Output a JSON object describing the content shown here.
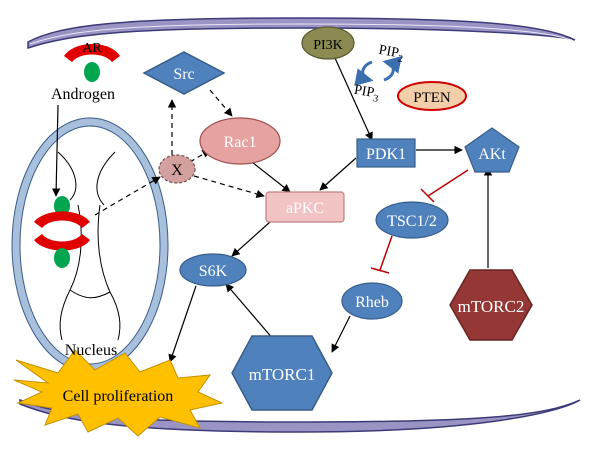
{
  "diagram": {
    "nodes": {
      "ar": "AR",
      "androgen": "Androgen",
      "src": "Src",
      "rac1": "Rac1",
      "x": "X",
      "pi3k": "PI3K",
      "pip2": "PIP",
      "pip2_sub": "2",
      "pip3": "PIP",
      "pip3_sub": "3",
      "pten": "PTEN",
      "pdk1": "PDK1",
      "akt": "AKt",
      "apkc": "aPKC",
      "tsc": "TSC1/2",
      "s6k": "S6K",
      "rheb": "Rheb",
      "mtorc1": "mTORC1",
      "mtorc2": "mTORC2",
      "nucleus": "Nucleus",
      "cell_proliferation": "Cell proliferation"
    },
    "colors": {
      "membrane_fill": "#9a94c4",
      "membrane_stroke": "#3c3a78",
      "blue_node": "#4f81bd",
      "blue_node_stroke": "#385d8a",
      "rac1_fill": "#e6a1a1",
      "x_fill": "#d3a0a0",
      "apkc_fill": "#f1c3c3",
      "pi3k_fill": "#8a8a52",
      "pten_fill": "#f2cfa8",
      "pten_stroke": "#d00000",
      "mtorc2_fill": "#953735",
      "inhibit_color": "#c00000",
      "ar_color": "#e00000",
      "androgen_color": "#00a550",
      "nucleus_stroke": "#a8c0dc",
      "star_fill": "#ffc000"
    }
  }
}
